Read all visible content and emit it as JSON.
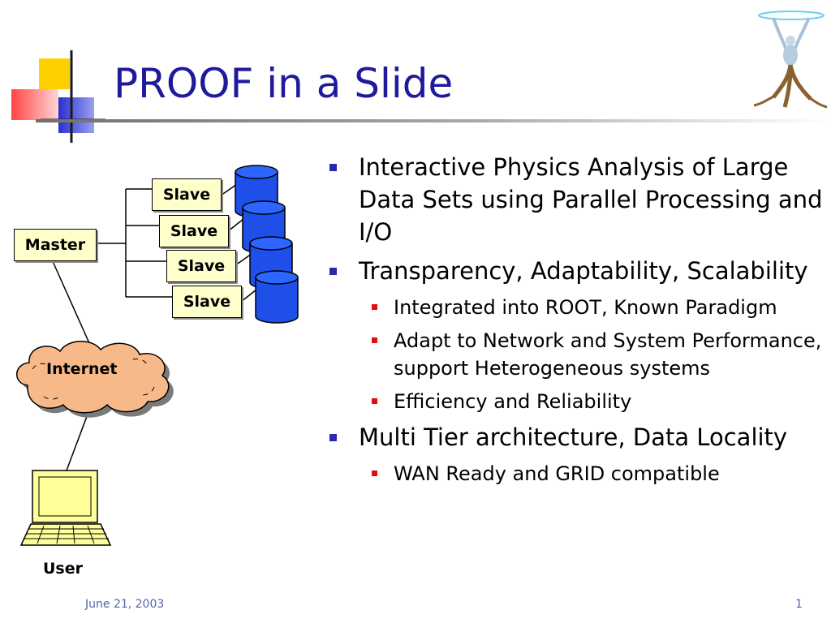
{
  "slide": {
    "title": "PROOF in a Slide",
    "footer_date": "June 21, 2003",
    "page_number": "1",
    "colors": {
      "title": "#1f1a9c",
      "bullet_primary": "#2a29a8",
      "bullet_secondary": "#e01010",
      "box_fill": "#ffffcc",
      "disk_fill": "#1e4fe8",
      "cloud_fill": "#f7b98a"
    }
  },
  "diagram": {
    "master_label": "Master",
    "slave_labels": [
      "Slave",
      "Slave",
      "Slave",
      "Slave"
    ],
    "internet_label": "Internet",
    "user_label": "User"
  },
  "bullets": [
    {
      "text": "Interactive Physics Analysis of Large Data Sets using Parallel Processing and I/O",
      "sub": []
    },
    {
      "text": "Transparency, Adaptability, Scalability",
      "sub": [
        "Integrated into ROOT, Known Paradigm",
        "Adapt to Network and System Performance, support Heterogeneous systems",
        "Efficiency and Reliability"
      ]
    },
    {
      "text": "Multi Tier architecture, Data Locality",
      "sub": [
        "WAN Ready and GRID compatible"
      ]
    }
  ]
}
